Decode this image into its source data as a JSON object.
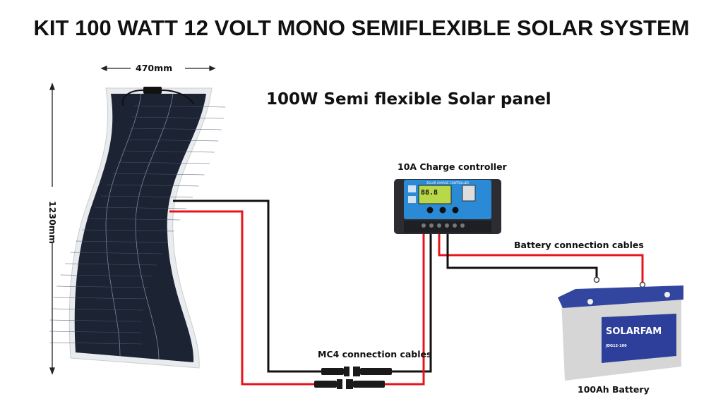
{
  "title": "KIT 100 WATT 12 VOLT MONO SEMIFLEXIBLE SOLAR SYSTEM",
  "panel_label": "100W Semi flexible Solar panel",
  "width_dim": "470mm",
  "height_dim": "1230mm",
  "controller_label": "10A Charge controller",
  "controller_screen": "88.8",
  "controller_header": "SOLAR CHARGE CONTROLLER",
  "battery_cables_label": "Battery connection cables",
  "mc4_label": "MC4 connection cables",
  "battery_label": "100Ah Battery",
  "battery_brand": "SOLARFAM",
  "battery_model": "JDG12-100",
  "colors": {
    "red": "#e8141b",
    "black": "#111111",
    "controller_blue": "#2a8ad6",
    "battery_blue": "#2d3f9a"
  }
}
